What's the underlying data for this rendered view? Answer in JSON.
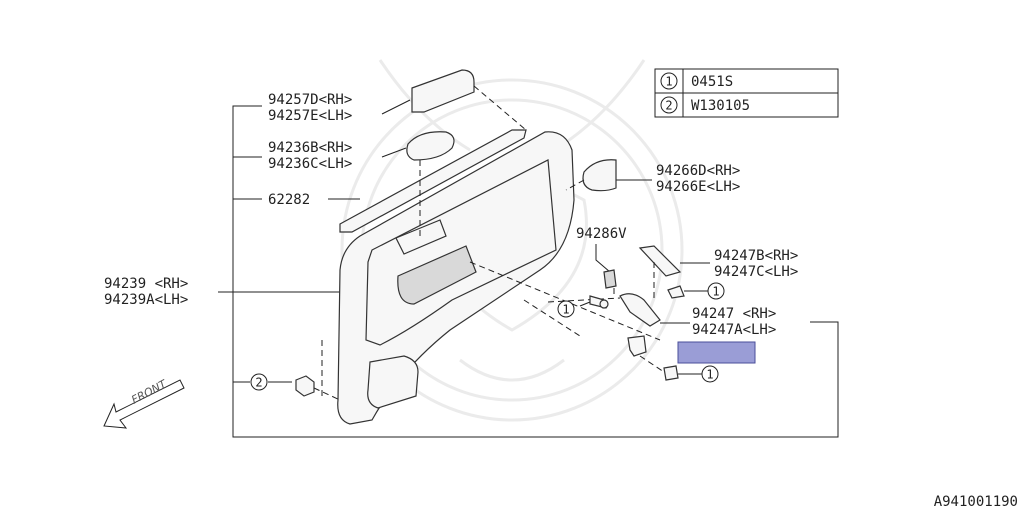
{
  "legend": [
    {
      "mark": "1",
      "code": "0451S"
    },
    {
      "mark": "2",
      "code": "W130105"
    }
  ],
  "callouts": {
    "p94257": {
      "rh": "94257D<RH>",
      "lh": "94257E<LH>"
    },
    "p94236": {
      "rh": "94236B<RH>",
      "lh": "94236C<LH>"
    },
    "p62282": "62282",
    "p94239": {
      "rh": "94239 <RH>",
      "lh": "94239A<LH>"
    },
    "p94266": {
      "rh": "94266D<RH>",
      "lh": "94266E<LH>"
    },
    "p94286": "94286V",
    "p94247b": {
      "rh": "94247B<RH>",
      "lh": "94247C<LH>"
    },
    "p94247": {
      "rh": "94247 <RH>",
      "lh": "94247A<LH>"
    }
  },
  "fastener_marks": {
    "one": "1",
    "two": "2"
  },
  "front_label": "FRONT",
  "diagram_id": "A941001190",
  "colors": {
    "highlight": "#9a9dd6",
    "line": "#222222"
  },
  "icons": [
    "front-arrow-icon",
    "screw-icon",
    "clip-icon",
    "watermark-emblem-icon"
  ]
}
